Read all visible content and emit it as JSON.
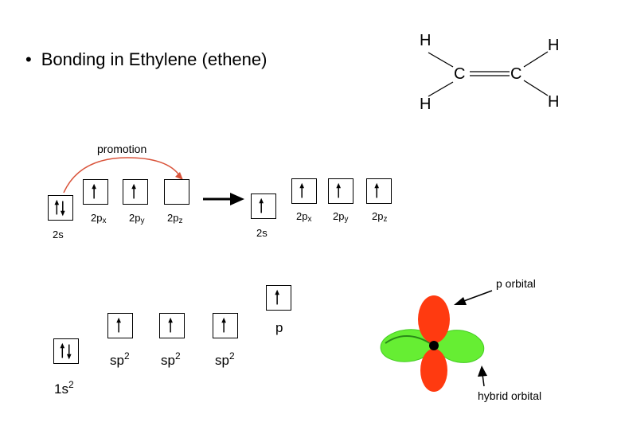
{
  "title": {
    "bullet": "•",
    "text": "Bonding in Ethylene (ethene)"
  },
  "structure": {
    "h_tl": "H",
    "h_tr": "H",
    "h_bl": "H",
    "h_br": "H",
    "c_left": "C",
    "c_right": "C"
  },
  "promotion": {
    "label": "promotion"
  },
  "ground_state": {
    "s_label": "2s",
    "p_labels": [
      {
        "base": "2p",
        "sub": "x"
      },
      {
        "base": "2p",
        "sub": "y"
      },
      {
        "base": "2p",
        "sub": "z"
      }
    ]
  },
  "excited_state": {
    "s_label": "2s",
    "p_labels": [
      {
        "base": "2p",
        "sub": "x"
      },
      {
        "base": "2p",
        "sub": "y"
      },
      {
        "base": "2p",
        "sub": "z"
      }
    ]
  },
  "hybrid": {
    "core": {
      "base": "1s",
      "sup": "2"
    },
    "sp2": [
      {
        "base": "sp",
        "sup": "2"
      },
      {
        "base": "sp",
        "sup": "2"
      },
      {
        "base": "sp",
        "sup": "2"
      }
    ],
    "p_label": "p"
  },
  "orbital_picture": {
    "p_orbital_label": "p orbital",
    "hybrid_orbital_label": "hybrid orbital"
  },
  "colors": {
    "arrow_red": "#d9533a",
    "p_lobe": "#ff3a10",
    "sp2_lobe": "#66ee33",
    "sp2_lobe_dark": "#33aa22"
  }
}
